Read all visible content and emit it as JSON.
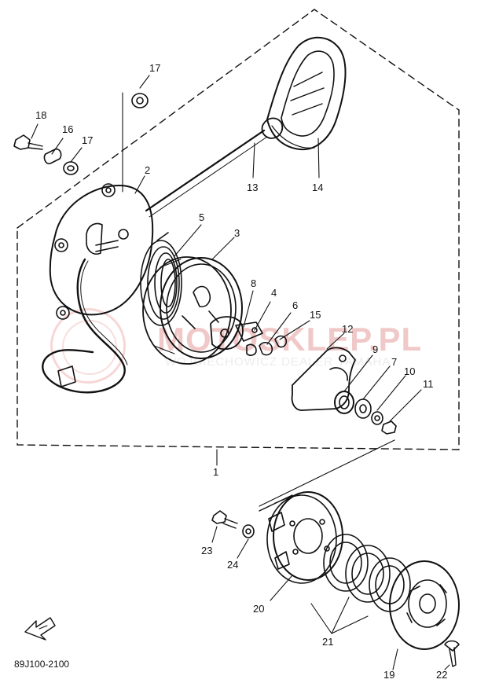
{
  "diagram": {
    "part_labels": [
      {
        "id": "17a",
        "text": "17"
      },
      {
        "id": "18",
        "text": "18"
      },
      {
        "id": "16",
        "text": "16"
      },
      {
        "id": "17b",
        "text": "17"
      },
      {
        "id": "2",
        "text": "2"
      },
      {
        "id": "13",
        "text": "13"
      },
      {
        "id": "14",
        "text": "14"
      },
      {
        "id": "5",
        "text": "5"
      },
      {
        "id": "3",
        "text": "3"
      },
      {
        "id": "8",
        "text": "8"
      },
      {
        "id": "4",
        "text": "4"
      },
      {
        "id": "6",
        "text": "6"
      },
      {
        "id": "15",
        "text": "15"
      },
      {
        "id": "12",
        "text": "12"
      },
      {
        "id": "9",
        "text": "9"
      },
      {
        "id": "7",
        "text": "7"
      },
      {
        "id": "10",
        "text": "10"
      },
      {
        "id": "11",
        "text": "11"
      },
      {
        "id": "1",
        "text": "1"
      },
      {
        "id": "23",
        "text": "23"
      },
      {
        "id": "24",
        "text": "24"
      },
      {
        "id": "20",
        "text": "20"
      },
      {
        "id": "21",
        "text": "21"
      },
      {
        "id": "19",
        "text": "19"
      },
      {
        "id": "22",
        "text": "22"
      }
    ],
    "drawing_code": "89J100-2100",
    "watermark": {
      "logo": "MOTOSKLEP.PL",
      "subtitle": "WOJCIECHOWICZ DEALER YAMAHA"
    },
    "colors": {
      "line": "#111111",
      "watermark_red": "#f0c8c8",
      "watermark_gray": "#ececec"
    },
    "icons": [
      "front-arrow-icon"
    ]
  }
}
